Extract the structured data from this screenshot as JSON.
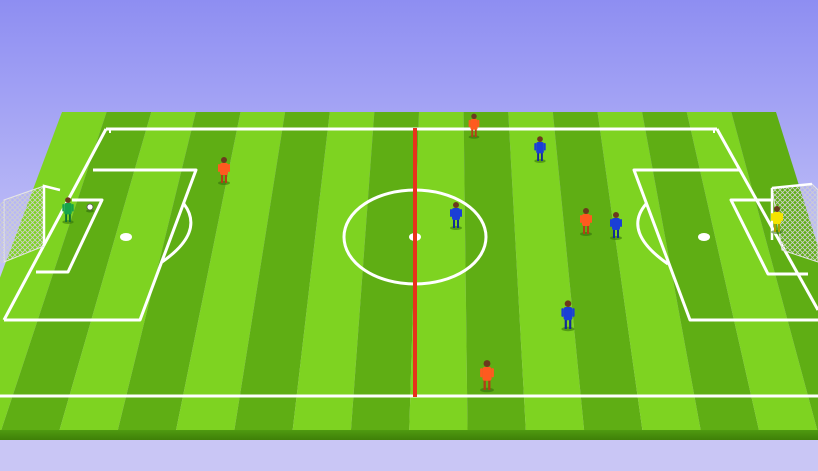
{
  "scene": {
    "sky_top": "#8e8ef2",
    "sky_bottom": "#ecebfb",
    "grass_light": "#7ed321",
    "grass_dark": "#5fae14",
    "line_color": "#ffffff",
    "halfway_line_color": "#e8321c"
  },
  "players": [
    {
      "name": "player-red-top",
      "team": "red",
      "color": "#ff5a1f"
    },
    {
      "name": "player-red-left",
      "team": "red",
      "color": "#ff5a1f"
    },
    {
      "name": "player-red-right",
      "team": "red",
      "color": "#ff5a1f"
    },
    {
      "name": "player-red-bottom",
      "team": "red",
      "color": "#ff5a1f"
    },
    {
      "name": "player-blue-top",
      "team": "blue",
      "color": "#1a3fd6"
    },
    {
      "name": "player-blue-center",
      "team": "blue",
      "color": "#1a3fd6"
    },
    {
      "name": "player-blue-right",
      "team": "blue",
      "color": "#1a3fd6"
    },
    {
      "name": "player-blue-bottom",
      "team": "blue",
      "color": "#1a3fd6"
    },
    {
      "name": "goalkeeper-left",
      "team": "keeper",
      "color": "#17a34a"
    },
    {
      "name": "goalkeeper-right",
      "team": "keeper",
      "color": "#f5e400"
    }
  ]
}
